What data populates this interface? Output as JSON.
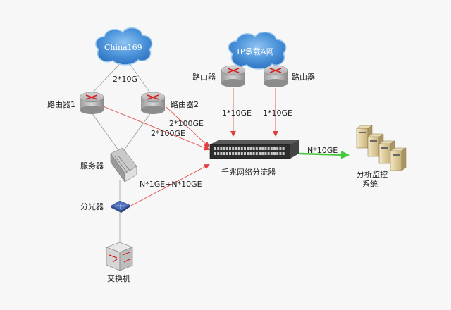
{
  "clouds": {
    "left": "China169",
    "right": "IP承载A网"
  },
  "routers": {
    "router1": "路由器1",
    "router2": "路由器2",
    "top_left": "路由器",
    "top_right": "路由器"
  },
  "devices": {
    "server": "服务器",
    "splitter": "分光器",
    "switch": "交换机",
    "distributor": "千兆网络分流器",
    "analysis_line1": "分析监控",
    "analysis_line2": "系统"
  },
  "links": {
    "cloud_to_routers": "2*10G",
    "router2_to_distributor": "2*100GE",
    "router1_to_distributor": "2*100GE",
    "top_left_to_distributor": "1*10GE",
    "top_right_to_distributor": "1*10GE",
    "splitter_to_distributor": "N*1GE+N*10GE",
    "distributor_to_analysis": "N*10GE"
  },
  "colors": {
    "red_line": "#e23c3c",
    "green_arrow": "#46c83c",
    "gray_line": "#9a9a9a",
    "cloud_blue": "#3f88d4"
  }
}
